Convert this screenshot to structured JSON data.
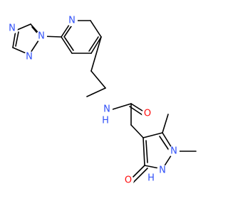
{
  "atoms": [
    {
      "id": "tzN4",
      "label": "N",
      "color": "#3050F8"
    },
    {
      "id": "tzN2",
      "label": "N",
      "color": "#3050F8"
    },
    {
      "id": "tzN1",
      "label": "N",
      "color": "#3050F8"
    },
    {
      "id": "pyN",
      "label": "N",
      "color": "#3050F8"
    },
    {
      "id": "amideN",
      "label": "N",
      "color": "#3050F8"
    },
    {
      "id": "carbonylO",
      "label": "O",
      "color": "#FF0D0D"
    },
    {
      "id": "pymN3",
      "label": "N",
      "color": "#3050F8"
    },
    {
      "id": "pymNH",
      "label": "N",
      "color": "#3050F8"
    },
    {
      "id": "pymH",
      "label": "H",
      "color": "#3050F8"
    },
    {
      "id": "pymO",
      "label": "O",
      "color": "#FF0D0D"
    },
    {
      "id": "amideH",
      "label": "H",
      "color": "#3050F8"
    }
  ]
}
